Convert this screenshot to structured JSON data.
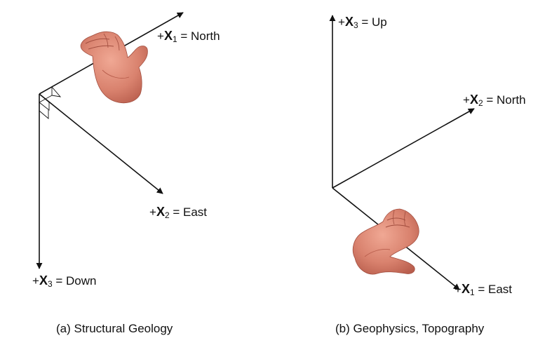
{
  "panel_a": {
    "caption": "(a) Structural Geology",
    "axes": {
      "x1": {
        "sign": "+",
        "symbol": "X",
        "sub": "1",
        "rest": " = North"
      },
      "x2": {
        "sign": "+",
        "symbol": "X",
        "sub": "2",
        "rest": " = East"
      },
      "x3": {
        "sign": "+",
        "symbol": "X",
        "sub": "3",
        "rest": " = Down"
      }
    }
  },
  "panel_b": {
    "caption": "(b) Geophysics, Topography",
    "axes": {
      "x1": {
        "sign": "+",
        "symbol": "X",
        "sub": "1",
        "rest": " = East"
      },
      "x2": {
        "sign": "+",
        "symbol": "X",
        "sub": "2",
        "rest": " = North"
      },
      "x3": {
        "sign": "+",
        "symbol": "X",
        "sub": "3",
        "rest": " = Up"
      }
    }
  },
  "colors": {
    "axis": "#111111",
    "skin": "#d9826e",
    "skin_shadow": "#b85d4c",
    "skin_highlight": "#f0a894"
  },
  "icons": [
    "right-hand-icon",
    "left-hand-icon"
  ]
}
